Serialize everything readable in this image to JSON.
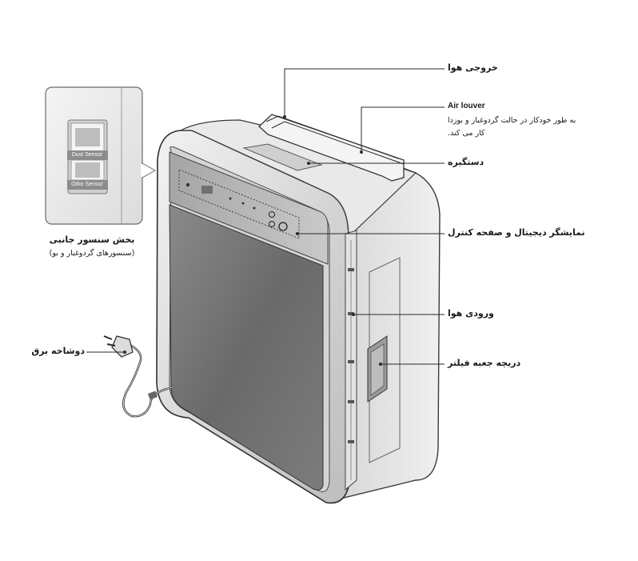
{
  "labels": {
    "air_outlet": "خروجی هوا",
    "air_louver": "Air louver",
    "louver_desc_1": "به طور خودکار در حالت گردوغبار و بوزدا",
    "louver_desc_2": "کار می کند.",
    "handle": "دستگیره",
    "display_panel": "نمایشگر دیجیتال و صفحه کنترل",
    "air_inlet": "ورودی هوا",
    "filter_door": "دریچه جعبه فیلتر",
    "plug": "دوشاخه برق",
    "side_sensor_title": "بخش سنسور جانبی",
    "side_sensor_sub": "(سنسورهای گردوغبار و بو)"
  },
  "sensors": {
    "dust": "Dust Sensor",
    "odor": "Odor Sensor"
  },
  "colors": {
    "body_light": "#e6e6e6",
    "body_mid": "#c8c8c8",
    "panel_dark": "#6d6d6d",
    "line": "#2a2a2a"
  }
}
